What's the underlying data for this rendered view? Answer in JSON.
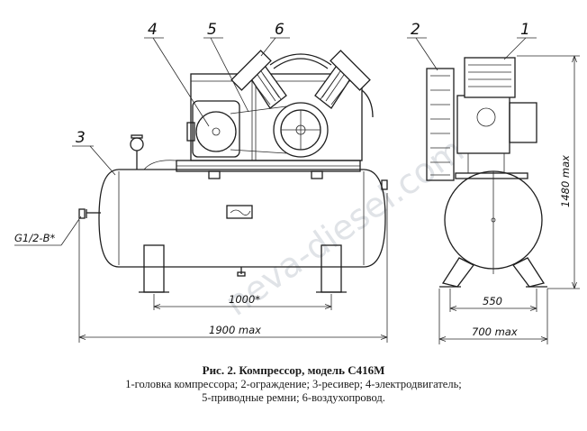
{
  "labels": {
    "l1": "1",
    "l2": "2",
    "l3": "3",
    "l4": "4",
    "l5": "5",
    "l6": "6"
  },
  "dimensions": {
    "port": "G1/2-B*",
    "mount_spacing": "1000*",
    "length": "1900 max",
    "height": "1480 max",
    "width_mount": "550",
    "width": "700 max"
  },
  "watermark": "neva-diesel.com",
  "caption": {
    "title": "Рис. 2. Компрессор, модель С416М",
    "line1": "1-головка компрессора;  2-ограждение; 3-ресивер; 4-электродвигатель;",
    "line2": "5-приводные ремни; 6-воздухопровод."
  }
}
